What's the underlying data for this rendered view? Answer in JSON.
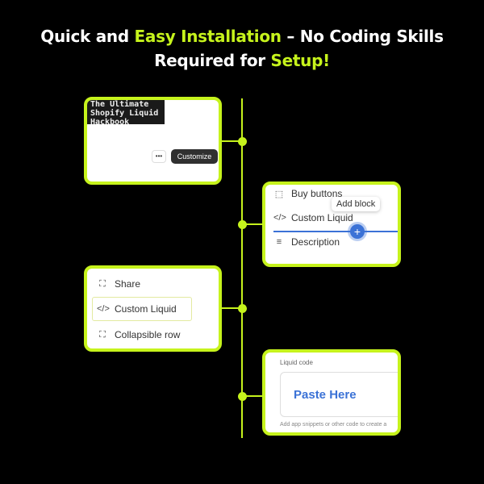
{
  "headline": {
    "line1_a": "Quick and ",
    "line1_b": "Easy Installation",
    "line1_c": " – No Coding Skills",
    "line2_a": "Required for ",
    "line2_b": "Setup!"
  },
  "card1": {
    "book_title": "The Ultimate Shopify Liquid Hackbook",
    "more_label": "•••",
    "customize_label": "Customize"
  },
  "card2": {
    "items": [
      {
        "icon": "cursor-icon",
        "label": "Buy buttons"
      },
      {
        "icon": "code-icon",
        "label": "Custom Liquid"
      },
      {
        "icon": "text-align-icon",
        "label": "Description"
      }
    ],
    "tooltip": "Add block",
    "add_icon": "+"
  },
  "card3": {
    "items": [
      {
        "icon": "block-icon",
        "label": "Share"
      },
      {
        "icon": "code-icon",
        "label": "Custom Liquid"
      },
      {
        "icon": "block-icon",
        "label": "Collapsible row"
      }
    ]
  },
  "card4": {
    "field_label": "Liquid code",
    "placeholder": "Paste Here",
    "help": "Add app snippets or other code to create a"
  },
  "colors": {
    "accent": "#c6f31c",
    "blue": "#3b72d6"
  }
}
